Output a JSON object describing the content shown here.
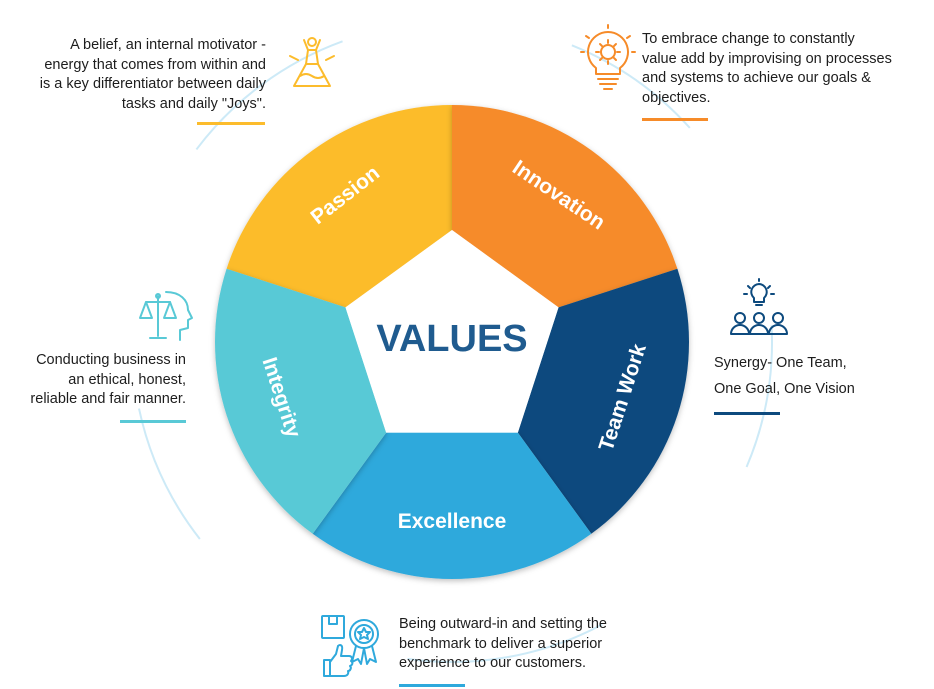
{
  "center_title": "VALUES",
  "segments": [
    {
      "id": "passion",
      "label": "Passion",
      "color": "#fcbc2c"
    },
    {
      "id": "innovation",
      "label": "Innovation",
      "color": "#f68b29"
    },
    {
      "id": "teamwork",
      "label": "Team Work",
      "color": "#0d4a7e"
    },
    {
      "id": "excellence",
      "label": "Excellence",
      "color": "#2fa9dc"
    },
    {
      "id": "integrity",
      "label": "Integrity",
      "color": "#59c9d6"
    }
  ],
  "descriptions": {
    "passion": {
      "text": "A belief, an internal motivator -\nenergy that comes from within and\nis a key differentiator between daily\ntasks and daily \"Joys\".",
      "icon": "mountain-summit-icon",
      "accent": "#fcbc2c"
    },
    "innovation": {
      "text": "To embrace change to constantly\nvalue add by improvising on processes\nand systems to achieve our goals &\nobjectives.",
      "icon": "gear-bulb-icon",
      "accent": "#f68b29"
    },
    "teamwork": {
      "text": "Synergy- One Team,\nOne Goal, One Vision",
      "icon": "team-idea-icon",
      "accent": "#0d4a7e"
    },
    "integrity": {
      "text": "Conducting business in\nan ethical, honest,\nreliable and fair manner.",
      "icon": "scales-head-icon",
      "accent": "#59c9d6"
    },
    "excellence": {
      "text": "Being outward-in and setting the\nbenchmark to deliver a superior\nexperience to our customers.",
      "icon": "award-thumbsup-icon",
      "accent": "#2fa9dc"
    }
  },
  "outer_ring_color": "#cdeaf7",
  "center_text_color": "#1f5b8f"
}
